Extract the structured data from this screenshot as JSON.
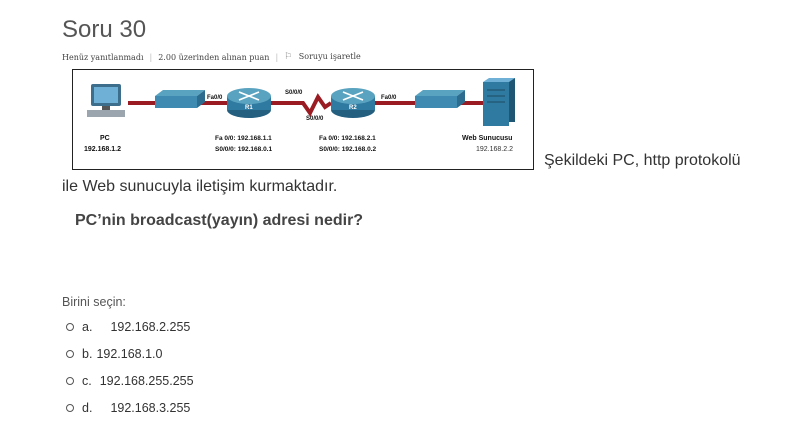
{
  "question_title": "Soru 30",
  "meta": {
    "status": "Henüz yanıtlanmadı",
    "score": "2.00 üzerinden alınan puan",
    "flag_label": "Soruyu işaretle"
  },
  "figure": {
    "pc_label": "PC",
    "pc_ip": "192.168.1.2",
    "r1_name": "R1",
    "r2_name": "R2",
    "r1_fa_port": "Fa0/0",
    "r2_fa_port": "Fa0/0",
    "s000_top": "S0/0/0",
    "s000_bottom": "S0/0/0",
    "r1_fa_ip": "Fa 0/0: 192.168.1.1",
    "r1_s_ip": "S0/0/0: 192.168.0.1",
    "r2_fa_ip": "Fa 0/0: 192.168.2.1",
    "r2_s_ip": "S0/0/0: 192.168.0.2",
    "server_label": "Web Sunucusu",
    "server_ip": "192.168.2.2"
  },
  "caption_line1": "Şekildeki PC, http protokolü",
  "caption_line2": "ile Web sunucuyla iletişim kurmaktadır.",
  "question_text": "PC’nin broadcast(yayın) adresi nedir?",
  "choose_label": "Birini seçin:",
  "options": [
    {
      "letter": "a.",
      "text": "192.168.2.255"
    },
    {
      "letter": "b.",
      "text": "192.168.1.0"
    },
    {
      "letter": "c.",
      "text": "192.168.255.255"
    },
    {
      "letter": "d.",
      "text": "192.168.3.255"
    }
  ]
}
